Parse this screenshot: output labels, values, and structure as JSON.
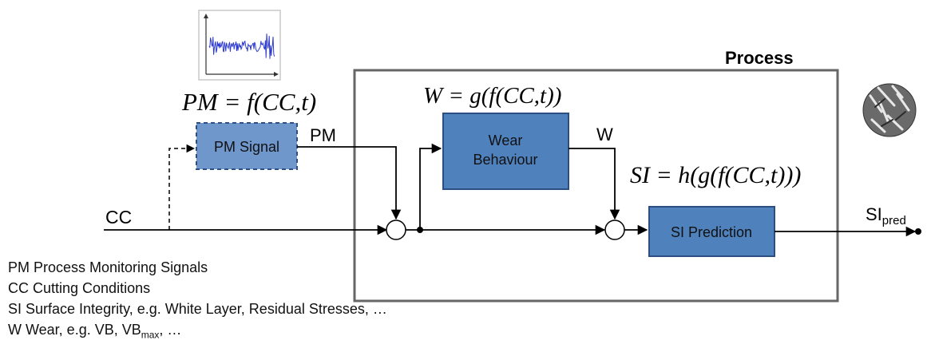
{
  "process_label": "Process",
  "formulas": {
    "pm": "PM = f(CC,t)",
    "w": "W = g(f(CC,t))",
    "si": "SI = h(g(f(CC,t)))"
  },
  "boxes": {
    "pm_signal": "PM Signal",
    "wear_line1": "Wear",
    "wear_line2": "Behaviour",
    "si_prediction": "SI Prediction"
  },
  "signals": {
    "pm": "PM",
    "w": "W",
    "cc": "CC",
    "si_base": "SI",
    "si_sub": "pred"
  },
  "legend": {
    "pm": "PM  Process Monitoring Signals",
    "cc": "CC Cutting Conditions",
    "si": "SI Surface Integrity, e.g. White Layer, Residual Stresses, …",
    "w_prefix": "W Wear, e.g. VB, VB",
    "w_sub": "max",
    "w_suffix": ", …"
  },
  "colors": {
    "box_fill": "#4f81bd",
    "pm_box_fill": "#6f97cc",
    "signal_blue": "#2e3bd0",
    "process_border": "#666666"
  }
}
